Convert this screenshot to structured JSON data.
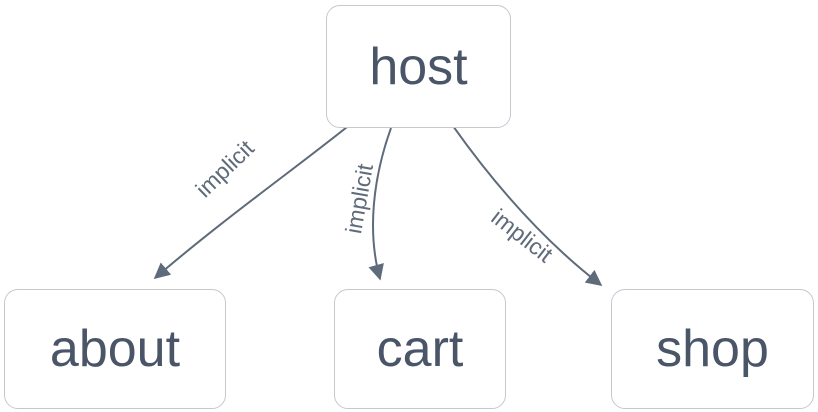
{
  "diagram": {
    "nodes": {
      "host": {
        "label": "host"
      },
      "about": {
        "label": "about"
      },
      "cart": {
        "label": "cart"
      },
      "shop": {
        "label": "shop"
      }
    },
    "edges": {
      "host_about": {
        "from": "host",
        "to": "about",
        "label": "implicit"
      },
      "host_cart": {
        "from": "host",
        "to": "cart",
        "label": "implicit"
      },
      "host_shop": {
        "from": "host",
        "to": "shop",
        "label": "implicit"
      }
    },
    "colors": {
      "node_border": "#c4c9d0",
      "node_background": "#ffffff",
      "node_text": "#4a5568",
      "edge_stroke": "#5f6b7a",
      "edge_label_text": "#5f6b7a"
    }
  }
}
